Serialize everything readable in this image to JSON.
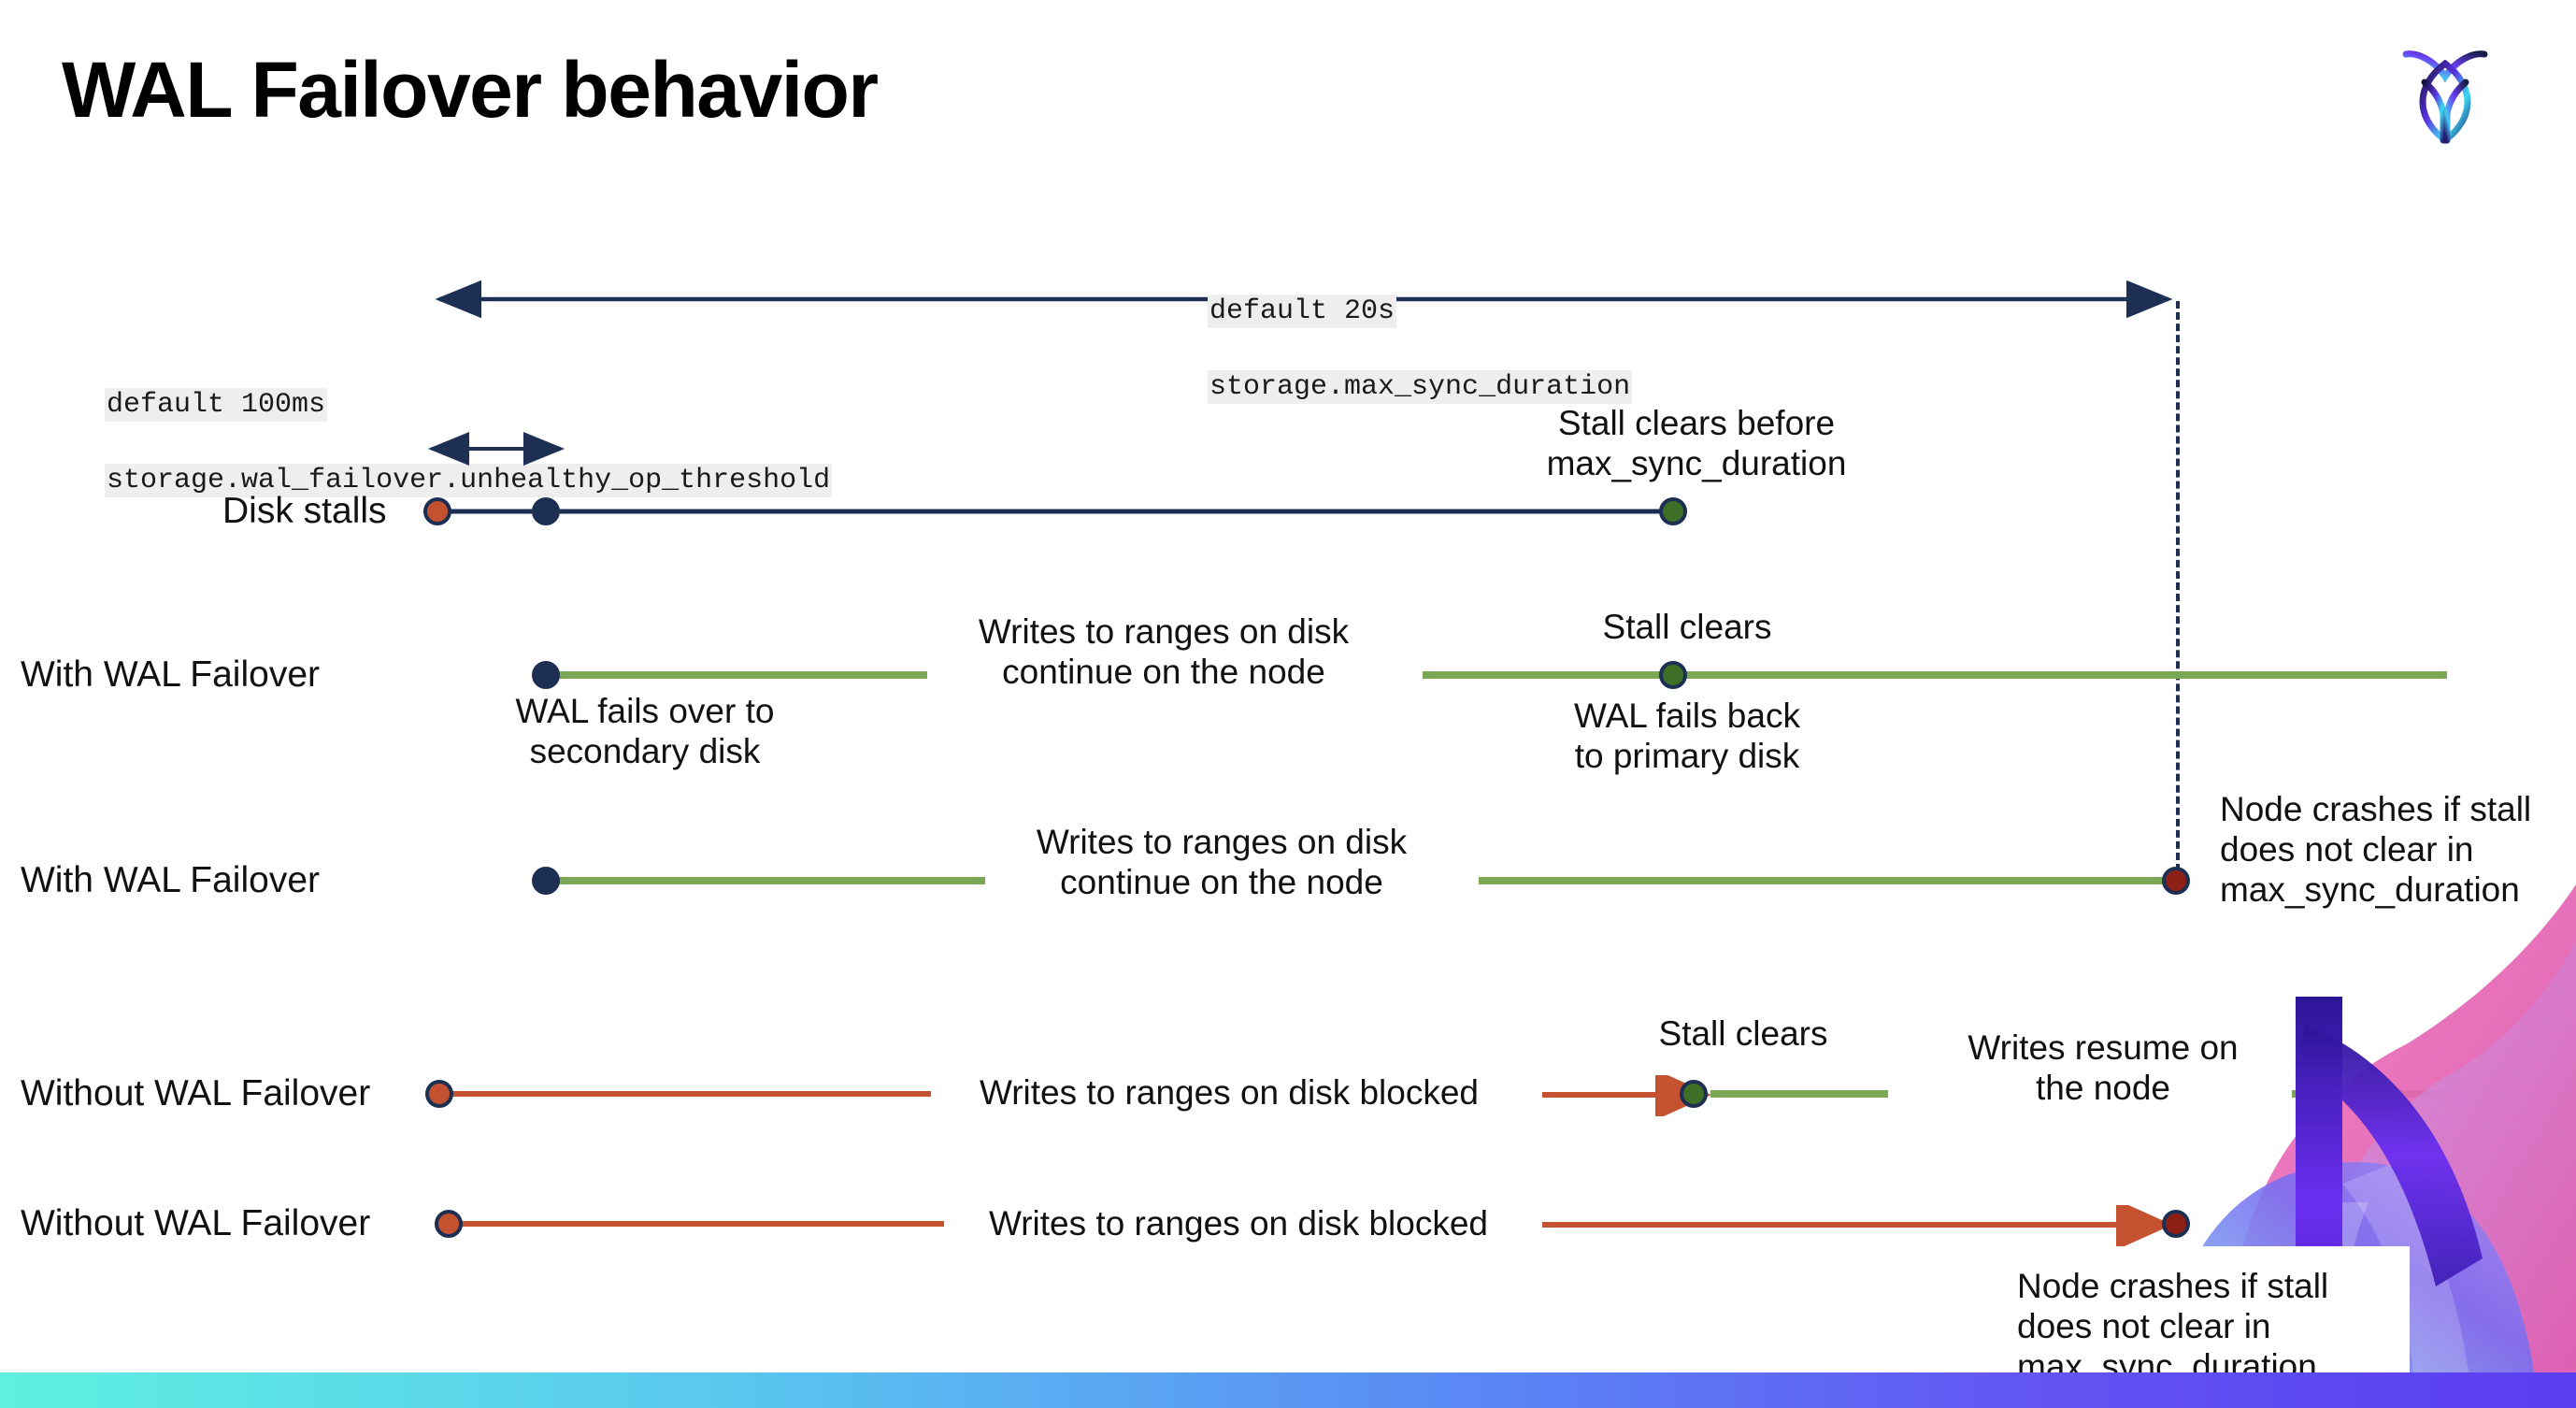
{
  "slide": {
    "title": "WAL Failover behavior",
    "logo_name": "cockroachdb-logo"
  },
  "annotations": {
    "max_sync_duration": {
      "line1": "default 20s",
      "line2": "storage.max_sync_duration"
    },
    "unhealthy_op_threshold": {
      "line1": "default 100ms",
      "line2": "storage.wal_failover.unhealthy_op_threshold"
    }
  },
  "rows": [
    {
      "id": "disk-stalls",
      "label": "Disk stalls",
      "notes": [
        {
          "id": "stall-clears-before",
          "text": "Stall clears before\nmax_sync_duration"
        }
      ]
    },
    {
      "id": "with-wal-failover-1",
      "label": "With WAL Failover",
      "notes": [
        {
          "id": "wal-fails-over",
          "text": "WAL fails over to\nsecondary disk"
        },
        {
          "id": "writes-continue-1",
          "text": "Writes to ranges on disk\ncontinue on the node"
        },
        {
          "id": "stall-clears-1",
          "text": "Stall clears"
        },
        {
          "id": "wal-fails-back",
          "text": "WAL fails  back\nto primary disk"
        }
      ]
    },
    {
      "id": "with-wal-failover-2",
      "label": "With WAL Failover",
      "notes": [
        {
          "id": "writes-continue-2",
          "text": "Writes to ranges on disk\ncontinue on the node"
        },
        {
          "id": "node-crashes-1",
          "text": "Node crashes if stall\ndoes not clear in\nmax_sync_duration"
        }
      ]
    },
    {
      "id": "without-wal-failover-1",
      "label": "Without WAL Failover",
      "notes": [
        {
          "id": "writes-blocked-1",
          "text": "Writes to ranges on disk  blocked"
        },
        {
          "id": "stall-clears-2",
          "text": "Stall clears"
        },
        {
          "id": "writes-resume",
          "text": "Writes resume on\nthe node"
        }
      ]
    },
    {
      "id": "without-wal-failover-2",
      "label": "Without WAL Failover",
      "notes": [
        {
          "id": "writes-blocked-2",
          "text": "Writes to ranges on disk  blocked"
        },
        {
          "id": "node-crashes-2",
          "text": "Node crashes if stall\ndoes not clear in\nmax_sync_duration"
        }
      ]
    }
  ],
  "colors": {
    "navy": "#1d2f53",
    "orange": "#c4512f",
    "green_line": "#7ba757",
    "green_dot": "#3d7026",
    "red_dot": "#8e1f16",
    "red_line": "#c4512f",
    "code_bg": "#eeeeee",
    "strip_start": "#5ef0e0",
    "strip_end": "#5a3df0"
  }
}
